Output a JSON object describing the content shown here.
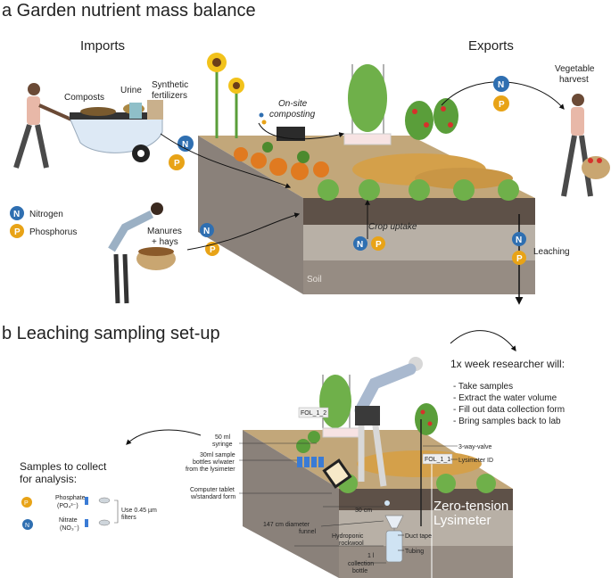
{
  "section_a": {
    "title": "a Garden nutrient mass balance",
    "imports_label": "Imports",
    "exports_label": "Exports",
    "composts": "Composts",
    "urine": "Urine",
    "synthetic_line1": "Synthetic",
    "synthetic_line2": "fertilizers",
    "onsite_line1": "On-site",
    "onsite_line2": "composting",
    "vegetable_line1": "Vegetable",
    "vegetable_line2": "harvest",
    "manures_line1": "Manures",
    "manures_line2": "+ hays",
    "crop_uptake": "Crop uptake",
    "leaching": "Leaching",
    "soil": "Soil",
    "legend": [
      {
        "symbol": "N",
        "label": "Nitrogen",
        "color": "#2f6fb1"
      },
      {
        "symbol": "P",
        "label": "Phosphorus",
        "color": "#e8a317"
      }
    ]
  },
  "section_b": {
    "title": "b Leaching sampling set-up",
    "researcher_heading": "1x week researcher will:",
    "researcher_tasks": [
      "- Take samples",
      "- Extract the water volume",
      "- Fill out data collection form",
      "- Bring samples back to lab"
    ],
    "samples_heading_line1": "Samples to collect",
    "samples_heading_line2": "for analysis:",
    "phosphate_line1": "Phosphate",
    "phosphate_line2": "(PO₄³⁻)",
    "nitrate_line1": "Nitrate",
    "nitrate_line2": "(NO₃⁻)",
    "filters_line1": "Use 0.45 µm",
    "filters_line2": "filters",
    "syringe_line1": "50 ml",
    "syringe_line2": "syringe",
    "bottles_line1": "30ml sample",
    "bottles_line2": "bottles w/water",
    "bottles_line3": "from the lysimeter",
    "tablet_line1": "Computer tablet",
    "tablet_line2": "w/standard form",
    "funnel_line1": "147 cm diameter",
    "funnel_line2": "funnel",
    "rockwool_line1": "Hydroponic",
    "rockwool_line2": "rockwool",
    "collection_line1": "1 l",
    "collection_line2": "collection",
    "collection_line3": "bottle",
    "depth": "30 cm",
    "duct_tape": "Duct tape",
    "tubing": "Tubing",
    "valve": "3-way-valve",
    "lysimeter_id": "Lysimeter ID",
    "tag1": "FOL_1_2",
    "tag2": "FOL_1_1",
    "lysimeter_line1": "Zero-tension",
    "lysimeter_line2": "Lysimeter"
  },
  "colors": {
    "nitrogen": "#2f6fb1",
    "phosphorus": "#e8a317",
    "soil_side": "#a39a90",
    "soil_top": "#b5a58c",
    "plant_green": "#5a9e3a",
    "straw": "#d4a04a"
  }
}
